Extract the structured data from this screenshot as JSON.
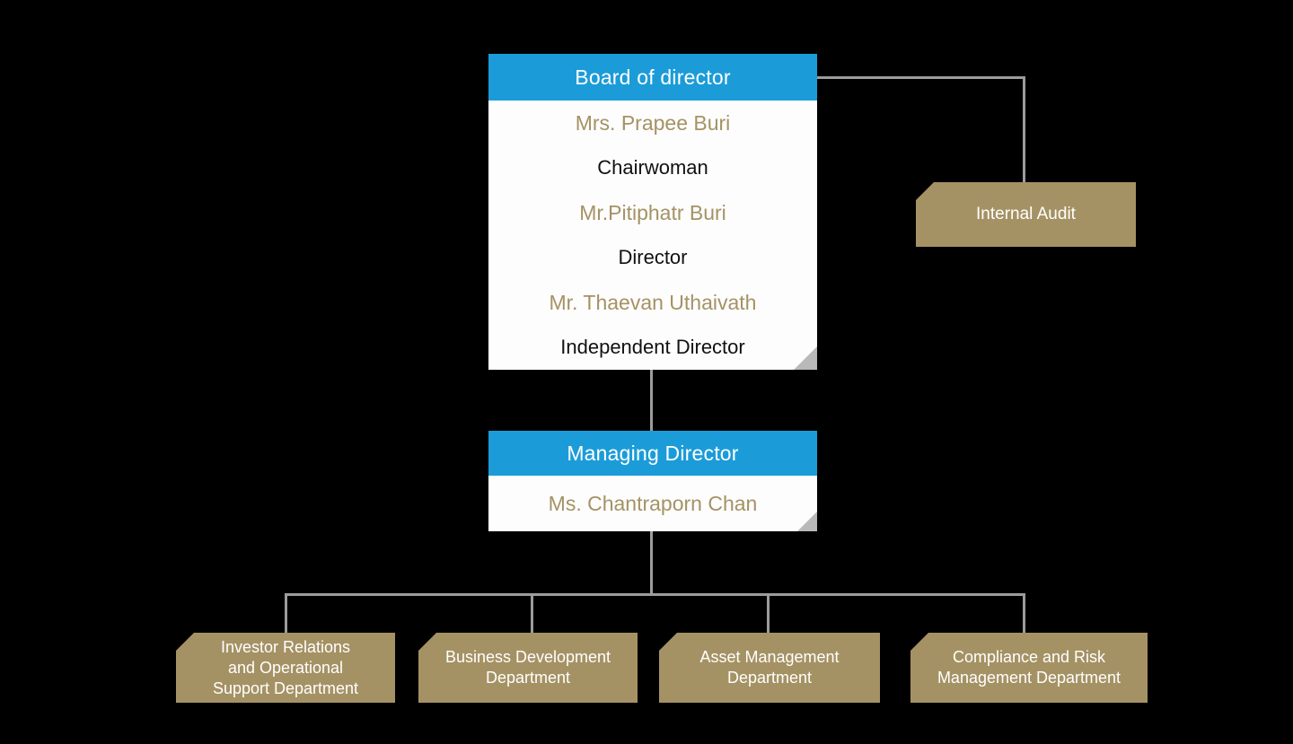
{
  "colors": {
    "background": "#000000",
    "header_blue": "#1b9cd8",
    "box_tan": "#a59264",
    "name_gold": "#a59264",
    "role_black": "#111111",
    "connector_gray": "#9c9c9c",
    "fold_gray": "#b9b9b9",
    "card_white": "#fdfdfd"
  },
  "board": {
    "title": "Board of director",
    "members": [
      {
        "name": "Mrs. Prapee Buri",
        "role": "Chairwoman"
      },
      {
        "name": "Mr.Pitiphatr Buri",
        "role": "Director"
      },
      {
        "name": "Mr. Thaevan Uthaivath",
        "role": "Independent Director"
      }
    ]
  },
  "internal_audit": {
    "label": "Internal Audit"
  },
  "managing_director": {
    "title": "Managing Director",
    "name": "Ms. Chantraporn Chan"
  },
  "departments": [
    {
      "label": [
        "Investor Relations",
        "and Operational",
        "Support Department"
      ]
    },
    {
      "label": [
        "Business Development",
        "Department"
      ]
    },
    {
      "label": [
        "Asset Management",
        "Department"
      ]
    },
    {
      "label": [
        "Compliance and Risk",
        "Management Department"
      ]
    }
  ]
}
